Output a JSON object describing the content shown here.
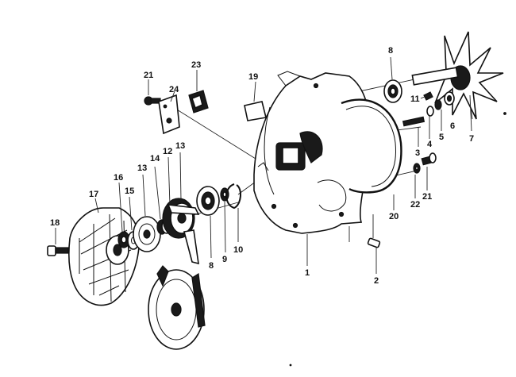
{
  "diagram": {
    "callouts": {
      "c1": "1",
      "c2": "2",
      "c3": "3",
      "c4": "4",
      "c5": "5",
      "c6": "6",
      "c7": "7",
      "c8a": "8",
      "c8b": "8",
      "c9": "9",
      "c10": "10",
      "c11": "11",
      "c12": "12",
      "c13a": "13",
      "c13b": "13",
      "c14": "14",
      "c15": "15",
      "c16": "16",
      "c17": "17",
      "c18": "18",
      "c19": "19",
      "c20": "20",
      "c21a": "21",
      "c21b": "21",
      "c22": "22",
      "c23": "23",
      "c24": "24"
    }
  }
}
